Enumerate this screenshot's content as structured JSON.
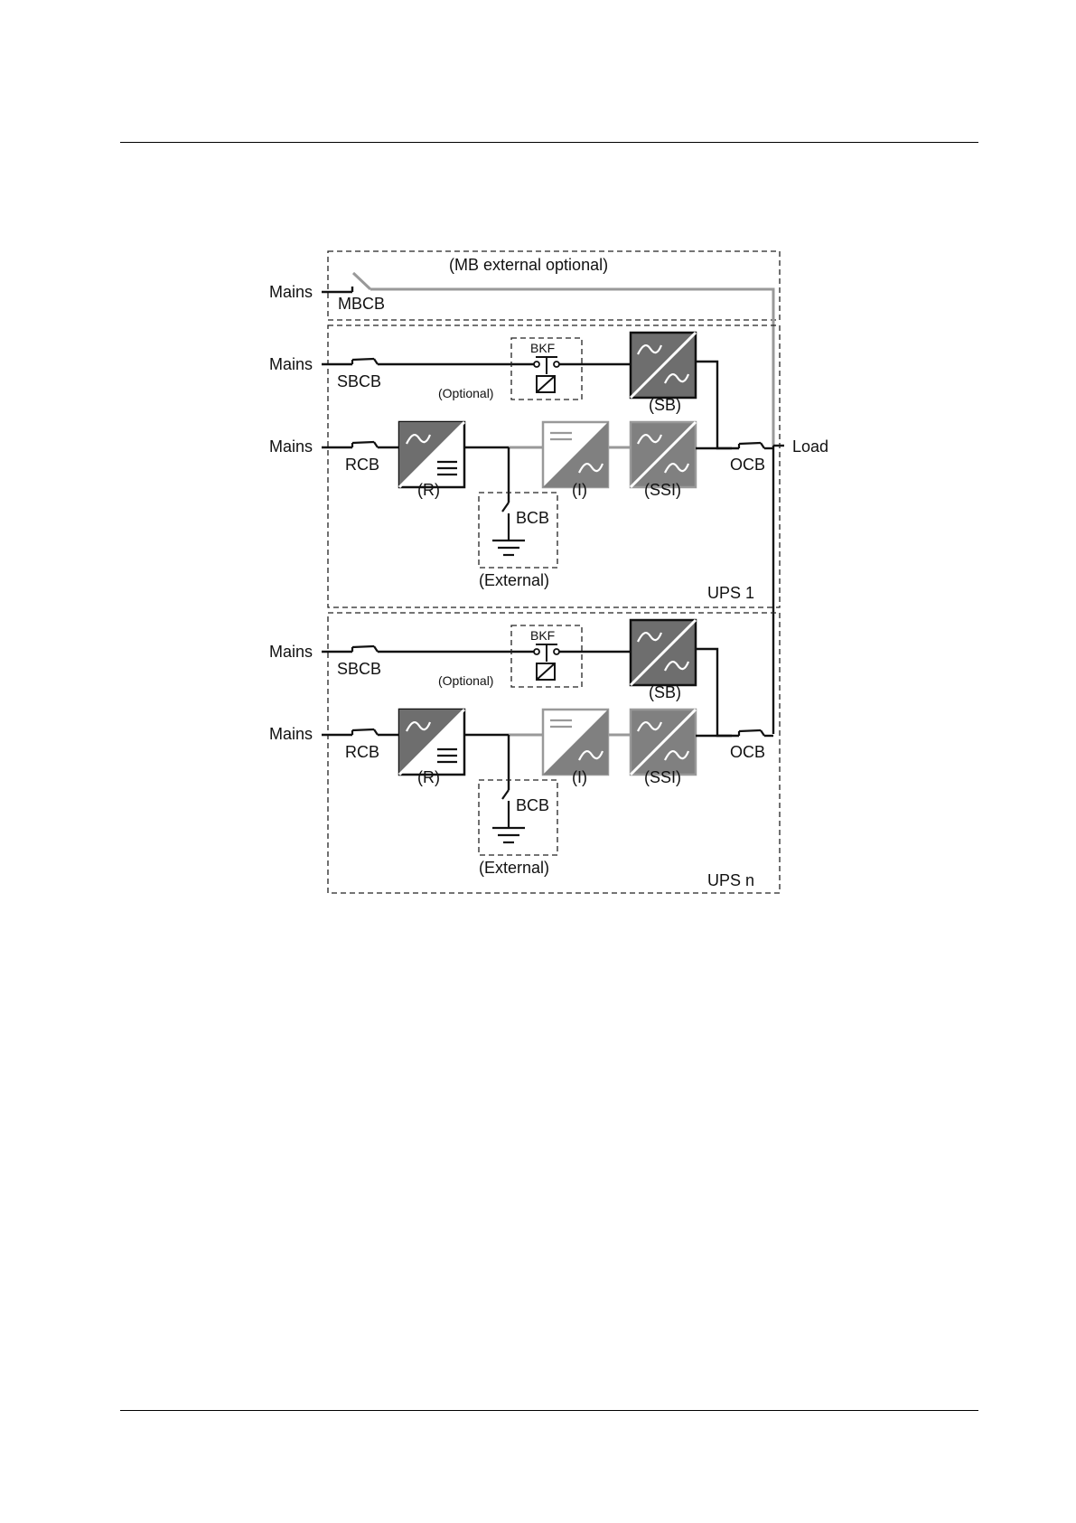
{
  "diagram": {
    "mb_box_label": "(MB external optional)",
    "mbcb_label": "MBCB",
    "load_label": "Load",
    "mains_label": "Mains",
    "sections": [
      {
        "ups_label": "UPS 1",
        "sbcb_label": "SBCB",
        "bkf_label": "BKF",
        "optional_label": "(Optional)",
        "sb_label": "(SB)",
        "rcb_label": "RCB",
        "rectifier_label": "(R)",
        "inverter_label": "(I)",
        "ssi_label": "(SSI)",
        "ocb_label": "OCB",
        "bcb_label": "BCB",
        "external_label": "(External)"
      },
      {
        "ups_label": "UPS n",
        "sbcb_label": "SBCB",
        "bkf_label": "BKF",
        "optional_label": "(Optional)",
        "sb_label": "(SB)",
        "rcb_label": "RCB",
        "rectifier_label": "(R)",
        "inverter_label": "(I)",
        "ssi_label": "(SSI)",
        "ocb_label": "OCB",
        "bcb_label": "BCB",
        "external_label": "(External)"
      }
    ],
    "colors": {
      "block_dark": "#6e6e6e",
      "block_light": "#ffffff",
      "block_gray": "#808080",
      "wire_gray": "#999999",
      "wire_black": "#111111"
    },
    "icons": {
      "rectifier": "ac-dc-converter-icon",
      "inverter": "dc-ac-converter-icon",
      "static_switch": "ac-ac-static-switch-icon",
      "battery": "battery-ground-icon",
      "breaker": "circuit-breaker-icon",
      "backfeed": "backfeed-relay-icon"
    }
  }
}
